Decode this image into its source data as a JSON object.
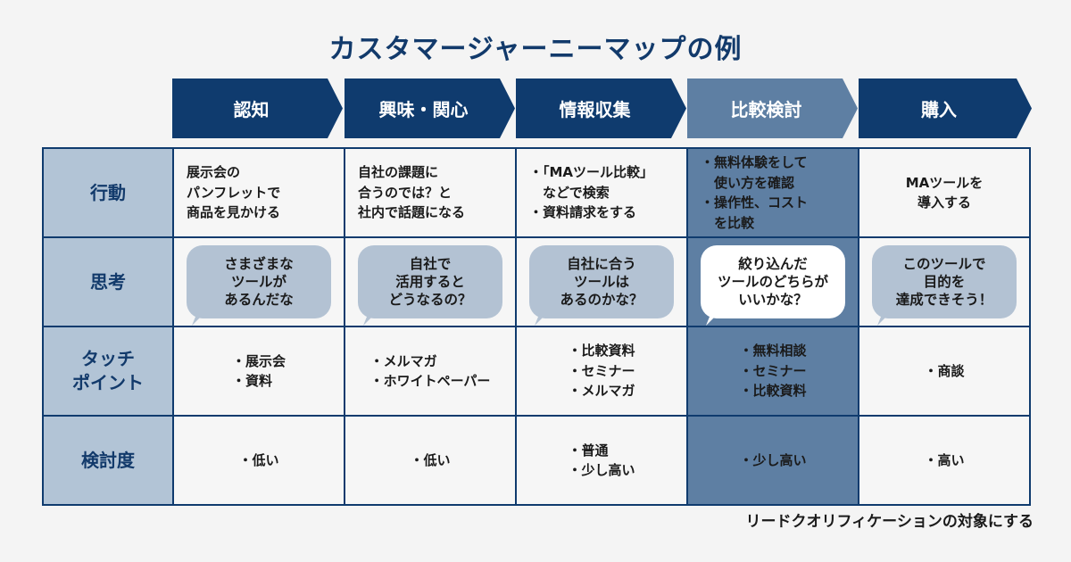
{
  "title": "カスタマージャーニーマップの例",
  "stages": [
    {
      "label": "認知"
    },
    {
      "label": "興味・関心"
    },
    {
      "label": "情報収集"
    },
    {
      "label": "比較検討",
      "highlighted": true
    },
    {
      "label": "購入"
    }
  ],
  "rows": {
    "action": {
      "label": "行動",
      "cells": [
        "展示会の\nパンフレットで\n商品を見かける",
        "自社の課題に\n合うのでは？と\n社内で話題になる",
        "・「MAツール比較」\n　などで検索\n・資料請求をする",
        "・無料体験をして\n　使い方を確認\n・操作性、コスト\n　を比較",
        "MAツールを\n導入する"
      ]
    },
    "thought": {
      "label": "思考",
      "cells": [
        "さまざまな\nツールが\nあるんだな",
        "自社で\n活用すると\nどうなるの？",
        "自社に合う\nツールは\nあるのかな？",
        "絞り込んだ\nツールのどちらが\nいいかな？",
        "このツールで\n目的を\n達成できそう！"
      ]
    },
    "touchpoint": {
      "label": "タッチ\nポイント",
      "cells": [
        [
          "展示会",
          "資料"
        ],
        [
          "メルマガ",
          "ホワイトペーパー"
        ],
        [
          "比較資料",
          "セミナー",
          "メルマガ"
        ],
        [
          "無料相談",
          "セミナー",
          "比較資料"
        ],
        [
          "商談"
        ]
      ]
    },
    "consideration": {
      "label": "検討度",
      "cells": [
        [
          "低い"
        ],
        [
          "低い"
        ],
        [
          "普通",
          "少し高い"
        ],
        [
          "少し高い"
        ],
        [
          "高い"
        ]
      ]
    }
  },
  "footnote": "リードクオリフィケーションの対象にする",
  "colors": {
    "navy": "#0f3b6e",
    "highlight": "#5e7fa3",
    "label_bg": "#b2c4d6",
    "bubble": "#b3c2d3"
  }
}
